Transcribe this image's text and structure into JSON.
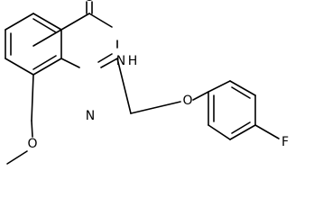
{
  "molecule": {
    "atoms": {
      "carbonyl_oxygen": "O",
      "ring_nh": "H",
      "ring_nh_n": "N",
      "ring_n": "N",
      "ether_oxygen": "O",
      "methoxy_oxygen": "O",
      "fluorine": "F"
    }
  },
  "colors": {
    "bond": "#000000",
    "text": "#000000",
    "background": "#ffffff"
  }
}
